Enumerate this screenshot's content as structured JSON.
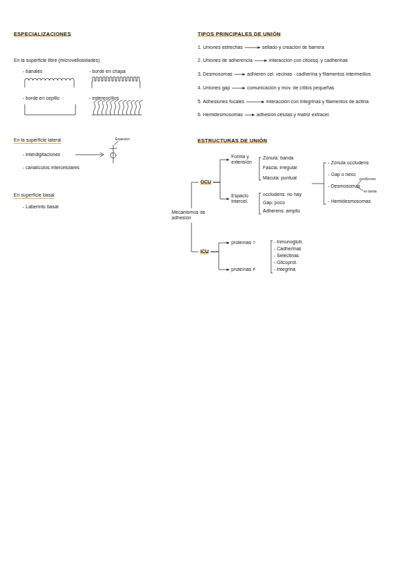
{
  "diagram": {
    "nodes": [
      {
        "text": [
          "1. Uniones estrechas"
        ]
      },
      {
        "text": [
          "sellado y creación de barrera"
        ]
      },
      {
        "text": [
          "2. Uniones de adherencia"
        ]
      },
      {
        "text": [
          "interacción con citoesq. y cadherinas"
        ]
      },
      {
        "text": [
          "3. Desmosomas"
        ]
      },
      {
        "text": [
          "adhieren cel. vecinas - cadherina y filamentos intermedios"
        ]
      },
      {
        "text": [
          "4. Uniones gap"
        ]
      },
      {
        "text": [
          "comunicación y mov. de cítilos pequeñas"
        ]
      },
      {
        "text": [
          "5. Adhesiones focales"
        ]
      },
      {
        "text": [
          "interacción con integrinas y filamentos de actina"
        ]
      },
      {
        "text": [
          "6. Hemidesmosomas"
        ]
      },
      {
        "text": [
          "adhesión células y matriz extracel."
        ]
      },
      {
        "text": [
          "Mecanismos de adhesión"
        ]
      },
      {
        "text": [
          "OCU"
        ]
      },
      {
        "text": [
          "ICU"
        ]
      },
      {
        "text": [
          "Forma y extensión"
        ]
      },
      {
        "text": [
          "Espacio intercel."
        ]
      },
      {
        "text": [
          "proteínas ="
        ]
      },
      {
        "text": [
          "proteínas ≠"
        ]
      }
    ],
    "edges": [
      {
        "from": 0,
        "to": 1,
        "arrow": "to"
      },
      {
        "from": 2,
        "to": 3,
        "arrow": "to"
      },
      {
        "from": 4,
        "to": 5,
        "arrow": "to"
      },
      {
        "from": 6,
        "to": 7,
        "arrow": "to"
      },
      {
        "from": 8,
        "to": 9,
        "arrow": "to"
      },
      {
        "from": 10,
        "to": 11,
        "arrow": "to"
      },
      {
        "from": 12,
        "to": 13,
        "arrow": "none"
      },
      {
        "from": 12,
        "to": 14,
        "arrow": "none"
      },
      {
        "from": 13,
        "to": 15,
        "arrow": "to"
      },
      {
        "from": 13,
        "to": 16,
        "arrow": "to"
      },
      {
        "from": 14,
        "to": 17,
        "arrow": "to"
      },
      {
        "from": 14,
        "to": 18,
        "arrow": "to"
      }
    ],
    "labels": [
      "ESPECIALIZACIONES",
      "En la superficie libre (microvellosidades)",
      "- banales",
      "- borde en chapa",
      "- borde en cepillo",
      "- estereocilios",
      "En la superficie lateral",
      "Expansión",
      "- interdigitaciones",
      "- canalículos intercelulares",
      "En superficie basal",
      "- Laberinto basal",
      "TIPOS PRINCIPALES DE UNIÓN",
      "ESTRUCTURAS DE UNIÓN",
      "Zónula: banda",
      "Fascia: irregular",
      "Mácula: puntual",
      "occludens: no hay",
      "Gap: poco",
      "Adherens: amplio",
      "- Zónula occludens",
      "- Gap o nexo",
      "- Desmosomas",
      "puntiformes",
      "en banda",
      "- Hemidesmosomas",
      "- Inmunoglob.",
      "- Cadherinas",
      "- Selectinas",
      "- Glicoprot.",
      "- Integrina"
    ]
  }
}
